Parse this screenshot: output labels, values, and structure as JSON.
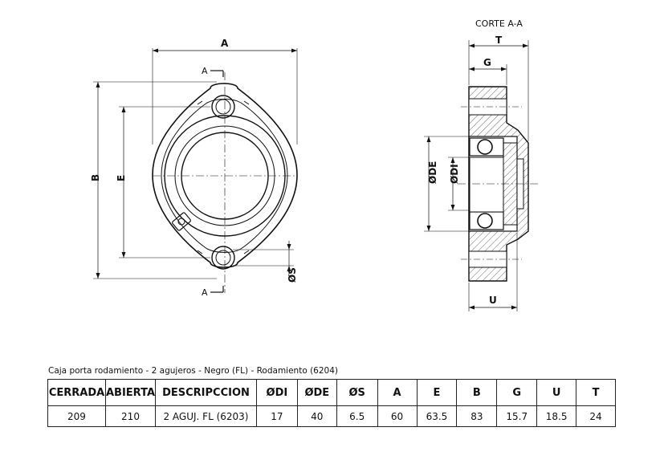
{
  "drawing": {
    "section_title": "CORTE A-A",
    "section_marker": "A",
    "dimensions": {
      "A": "A",
      "B": "B",
      "E": "E",
      "S": "ØS",
      "T": "T",
      "G": "G",
      "U": "U",
      "DE": "ØDE",
      "DI": "ØDI"
    }
  },
  "caption": "Caja porta rodamiento - 2 agujeros - Negro (FL) - Rodamiento (6204)",
  "table": {
    "headers": [
      "CERRADA",
      "ABIERTA",
      "DESCRIPCCION",
      "ØDI",
      "ØDE",
      "ØS",
      "A",
      "E",
      "B",
      "G",
      "U",
      "T"
    ],
    "row": [
      "209",
      "210",
      "2 AGUJ. FL (6203)",
      "17",
      "40",
      "6.5",
      "60",
      "63.5",
      "83",
      "15.7",
      "18.5",
      "24"
    ]
  }
}
